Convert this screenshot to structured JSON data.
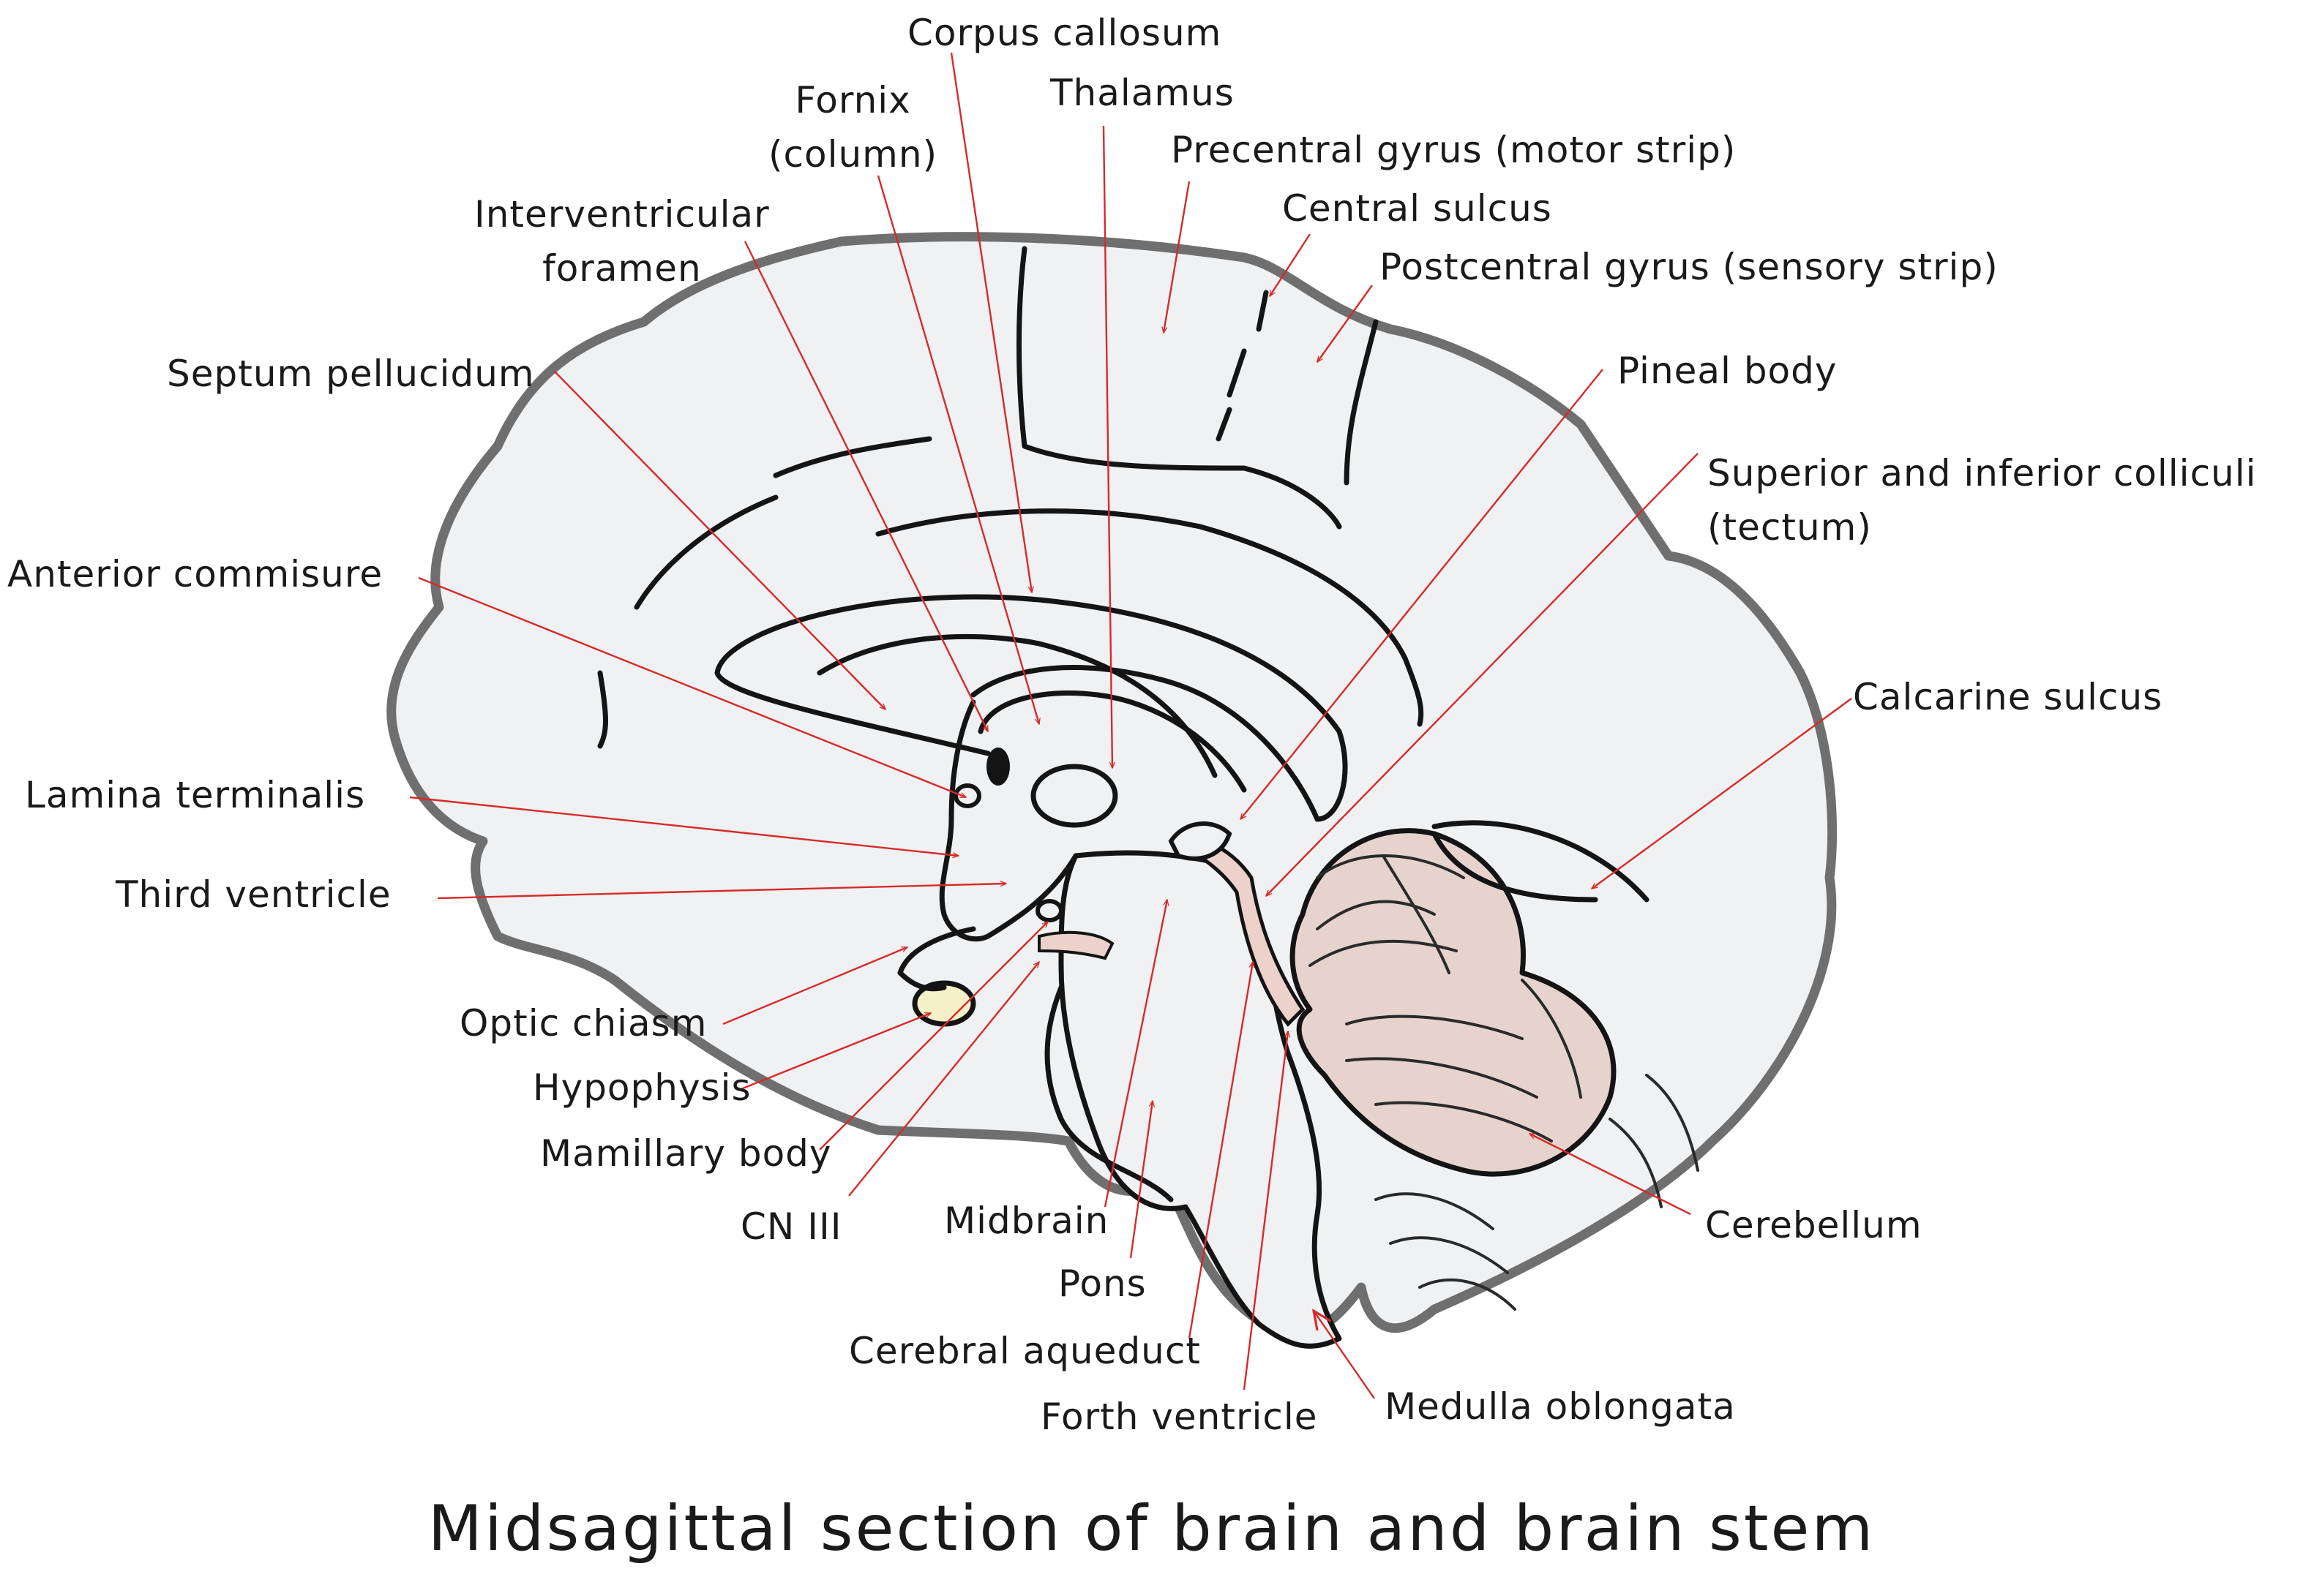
{
  "title": "Midsagittal section of brain and brain stem",
  "labels": {
    "corpus_callosum": "Corpus callosum",
    "fornix": "Fornix\n(column)",
    "thalamus": "Thalamus",
    "precentral_gyrus": "Precentral gyrus (motor strip)",
    "central_sulcus": "Central sulcus",
    "postcentral_gyrus": "Postcentral gyrus (sensory strip)",
    "interventricular_foramen": "Interventricular\nforamen",
    "septum_pellucidum": "Septum pellucidum",
    "pineal_body": "Pineal body",
    "colliculi": "Superior and inferior colliculi\n(tectum)",
    "anterior_commisure": "Anterior commisure",
    "calcarine_sulcus": "Calcarine sulcus",
    "lamina_terminalis": "Lamina terminalis",
    "third_ventricle": "Third ventricle",
    "optic_chiasm": "Optic chiasm",
    "hypophysis": "Hypophysis",
    "mamillary_body": "Mamillary body",
    "cn_iii": "CN III",
    "midbrain": "Midbrain",
    "pons": "Pons",
    "cerebral_aqueduct": "Cerebral aqueduct",
    "forth_ventricle": "Forth ventricle",
    "medulla_oblongata": "Medulla oblongata",
    "cerebellum": "Cerebellum"
  },
  "colors": {
    "outline": "#6f6f6f",
    "brain_fill": "#f0f1f2",
    "leader_line": "#d62a2a",
    "structure_line": "#141414",
    "cerebellum_fill": "#e6d3cd",
    "hypophysis_fill": "#f6f0c8",
    "aqueduct_fill": "#ecd2cb",
    "text": "#1a1a1a"
  }
}
